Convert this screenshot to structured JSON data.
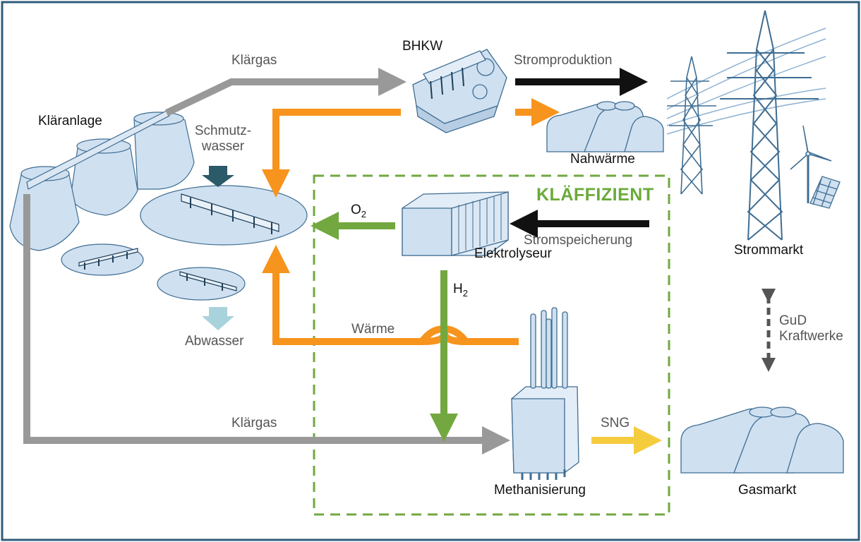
{
  "labels": {
    "klaeranlage": "Kläranlage",
    "klaergas_top": "Klärgas",
    "klaergas_bottom": "Klärgas",
    "bhkw": "BHKW",
    "stromproduktion": "Stromproduktion",
    "nahwaerme": "Nahwärme",
    "schmutzwasser_1": "Schmutz-",
    "schmutzwasser_2": "wasser",
    "abwasser": "Abwasser",
    "klaeffizient": "KLÄFFIZIENT",
    "o2": "O",
    "o2_sub": "2",
    "stromspeicherung": "Stromspeicherung",
    "elektrolyseur": "Elektrolyseur",
    "h2": "H",
    "h2_sub": "2",
    "waerme": "Wärme",
    "methanisierung": "Methanisierung",
    "sng": "SNG",
    "strommarkt": "Strommarkt",
    "gud_1": "GuD",
    "gud_2": "Kraftwerke",
    "gasmarkt": "Gasmarkt"
  },
  "colors": {
    "frame": "#2f5d7c",
    "gas_grey": "#999999",
    "heat_orange": "#f7941d",
    "green": "#72a83f",
    "sng_yellow": "#f5cc3d",
    "black": "#111111",
    "water_dark": "#2b5a68",
    "water_light": "#a9d3dc",
    "equipment_fill": "#cfe0f0",
    "equipment_stroke": "#3f6d92"
  }
}
